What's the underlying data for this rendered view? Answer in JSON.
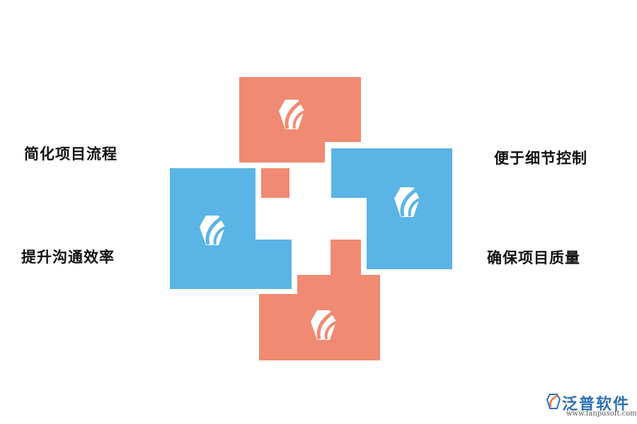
{
  "diagram": {
    "labels": {
      "top_left": "简化项目流程",
      "bottom_left": "提升沟通效率",
      "top_right": "便于细节控制",
      "bottom_right": "确保项目质量"
    },
    "colors": {
      "salmon": "#f08a72",
      "blue": "#5ab4e5",
      "background": "#ffffff"
    },
    "icon": "hexagon-logo-icon"
  },
  "watermark": {
    "brand_cn": "泛普软件",
    "url": "www.fanpusoft.com"
  }
}
